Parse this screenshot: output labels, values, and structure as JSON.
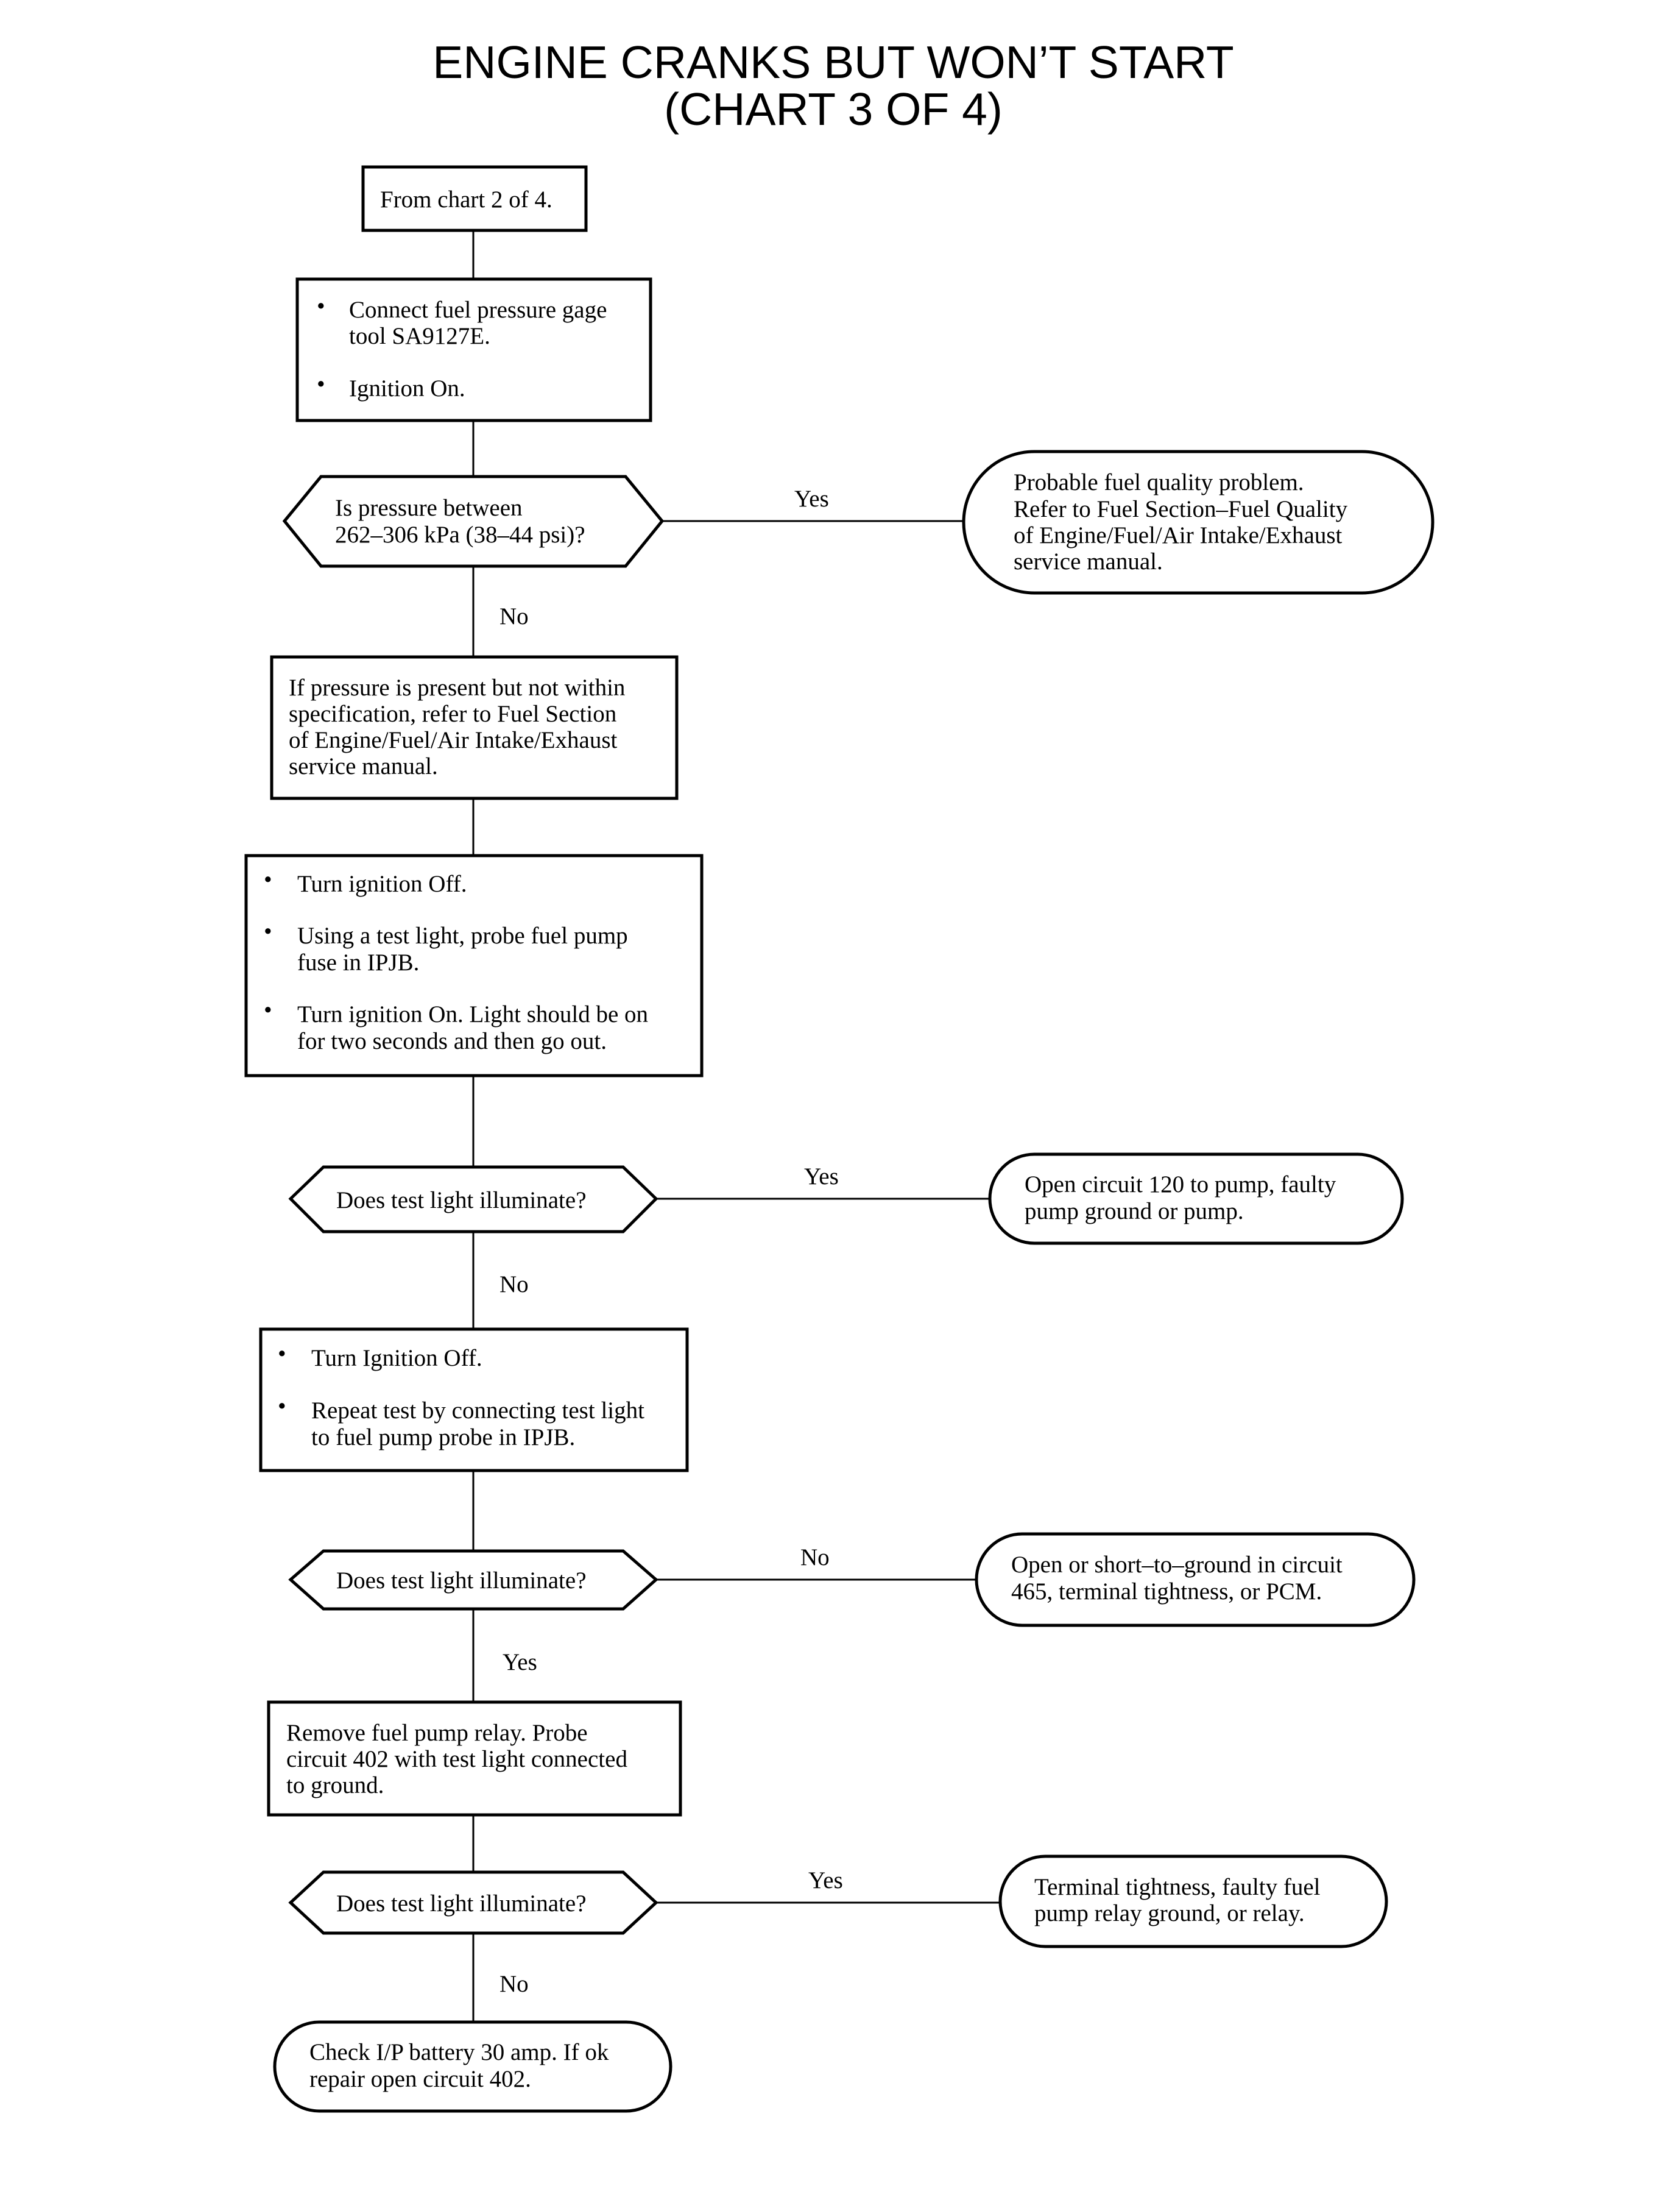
{
  "title": {
    "line1": "ENGINE CRANKS BUT WON’T START",
    "line2": "(CHART 3 OF 4)"
  },
  "nodes": {
    "start": {
      "text": "From chart 2 of 4."
    },
    "step1": {
      "bullets": [
        "Connect fuel pressure gage tool SA9127E.",
        "Ignition On."
      ]
    },
    "q1": {
      "lines": [
        "Is pressure between",
        "262–306 kPa (38–44 psi)?"
      ]
    },
    "t1": {
      "lines": [
        "Probable fuel quality problem.",
        "Refer to Fuel Section–Fuel Quality",
        "of Engine/Fuel/Air Intake/Exhaust",
        "service manual."
      ]
    },
    "step2": {
      "lines": [
        "If pressure is present but not within",
        "specification, refer to Fuel Section",
        "of Engine/Fuel/Air Intake/Exhaust",
        "service manual."
      ]
    },
    "step3": {
      "bullets": [
        "Turn ignition Off.",
        "Using a test light, probe fuel pump fuse in IPJB.",
        "Turn ignition On. Light should be on for two seconds and then go out."
      ]
    },
    "q2": {
      "text": "Does test light illuminate?"
    },
    "t2": {
      "lines": [
        "Open circuit 120 to pump, faulty",
        "pump ground or pump."
      ]
    },
    "step4": {
      "bullets": [
        "Turn Ignition Off.",
        "Repeat test by connecting test light to fuel pump probe in IPJB."
      ]
    },
    "q3": {
      "text": "Does test light illuminate?"
    },
    "t3": {
      "lines": [
        "Open or short–to–ground in circuit",
        "465, terminal tightness, or PCM."
      ]
    },
    "step5": {
      "lines": [
        "Remove fuel pump relay. Probe",
        "circuit 402 with test light connected",
        "to ground."
      ]
    },
    "q4": {
      "text": "Does test light illuminate?"
    },
    "t4": {
      "lines": [
        "Terminal tightness, faulty fuel",
        "pump relay ground, or relay."
      ]
    },
    "end": {
      "lines": [
        "Check I/P battery 30 amp. If ok",
        "repair open circuit 402."
      ]
    }
  },
  "branch_labels": {
    "q1_yes": "Yes",
    "q1_no": "No",
    "q2_yes": "Yes",
    "q2_no": "No",
    "q3_no": "No",
    "q3_yes": "Yes",
    "q4_yes": "Yes",
    "q4_no": "No"
  }
}
